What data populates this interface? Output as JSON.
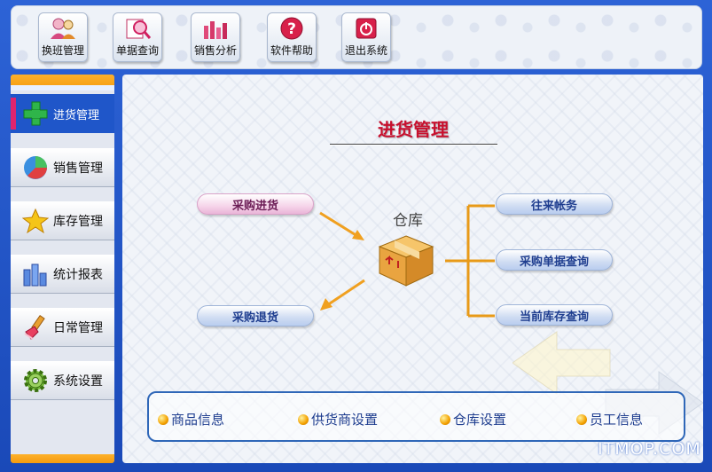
{
  "toolbar": {
    "buttons": [
      {
        "label": "换班管理",
        "icon": "users-icon"
      },
      {
        "label": "单据查询",
        "icon": "magnifier-icon"
      },
      {
        "label": "销售分析",
        "icon": "bar-chart-icon"
      },
      {
        "label": "软件帮助",
        "icon": "help-icon"
      },
      {
        "label": "退出系统",
        "icon": "power-icon"
      }
    ]
  },
  "sidebar": {
    "items": [
      {
        "label": "进货管理",
        "icon": "green-plus-icon",
        "active": true
      },
      {
        "label": "销售管理",
        "icon": "pie-ball-icon"
      },
      {
        "label": "库存管理",
        "icon": "star-icon"
      },
      {
        "label": "统计报表",
        "icon": "bars-icon"
      },
      {
        "label": "日常管理",
        "icon": "brush-icon"
      },
      {
        "label": "系统设置",
        "icon": "gear-icon"
      }
    ]
  },
  "main": {
    "title": "进货管理",
    "warehouse_label": "仓库",
    "left_actions": [
      {
        "label": "采购进货"
      },
      {
        "label": "采购退货"
      }
    ],
    "right_actions": [
      {
        "label": "往来帐务"
      },
      {
        "label": "采购单据查询"
      },
      {
        "label": "当前库存查询"
      }
    ],
    "bottom_links": [
      {
        "label": "商品信息"
      },
      {
        "label": "供货商设置"
      },
      {
        "label": "仓库设置"
      },
      {
        "label": "员工信息"
      }
    ]
  },
  "watermark": "ITMOP.COM",
  "colors": {
    "frame_blue": "#1f56c9",
    "title_red": "#c8102e",
    "arrow_orange": "#f0a020",
    "bracket_orange": "#e89a18"
  }
}
